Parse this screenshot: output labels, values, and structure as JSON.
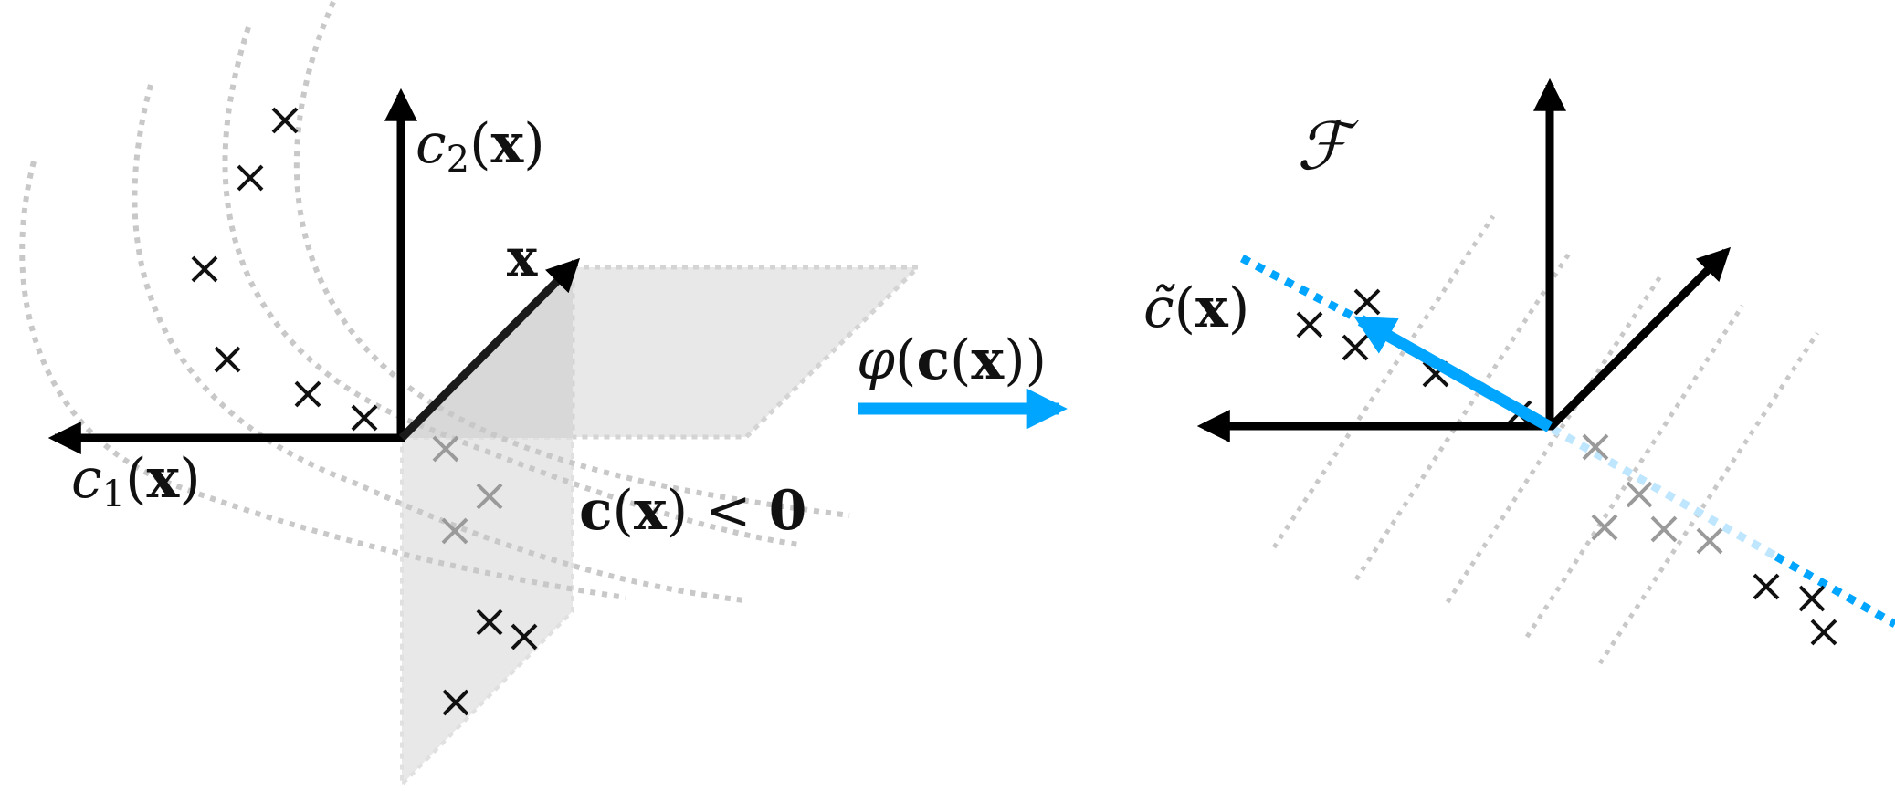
{
  "figure": {
    "left_panel": {
      "axis_labels": {
        "c1": {
          "base": "c",
          "sub": "1",
          "arg": "x"
        },
        "c2": {
          "base": "c",
          "sub": "2",
          "arg": "x"
        },
        "x_vector": "x"
      },
      "region_label": {
        "fn": "c",
        "arg": "x",
        "op": "<",
        "rhs": "0"
      }
    },
    "mapping_arrow": {
      "label": {
        "phi": "φ",
        "fn": "c",
        "arg": "x"
      }
    },
    "right_panel": {
      "space_label": "ℱ",
      "direction_label": {
        "fn": "c̃",
        "arg": "x"
      }
    },
    "colors": {
      "axis": "#000000",
      "accent_blue": "#00A5FF",
      "accent_blue_light": "#BFE6FF",
      "contour_gray": "#C8C8C8",
      "plane_fill": "#E8E8E8",
      "plane_fill_dark": "#D6D6D6",
      "faded_cross": "#9A9A9A"
    }
  }
}
